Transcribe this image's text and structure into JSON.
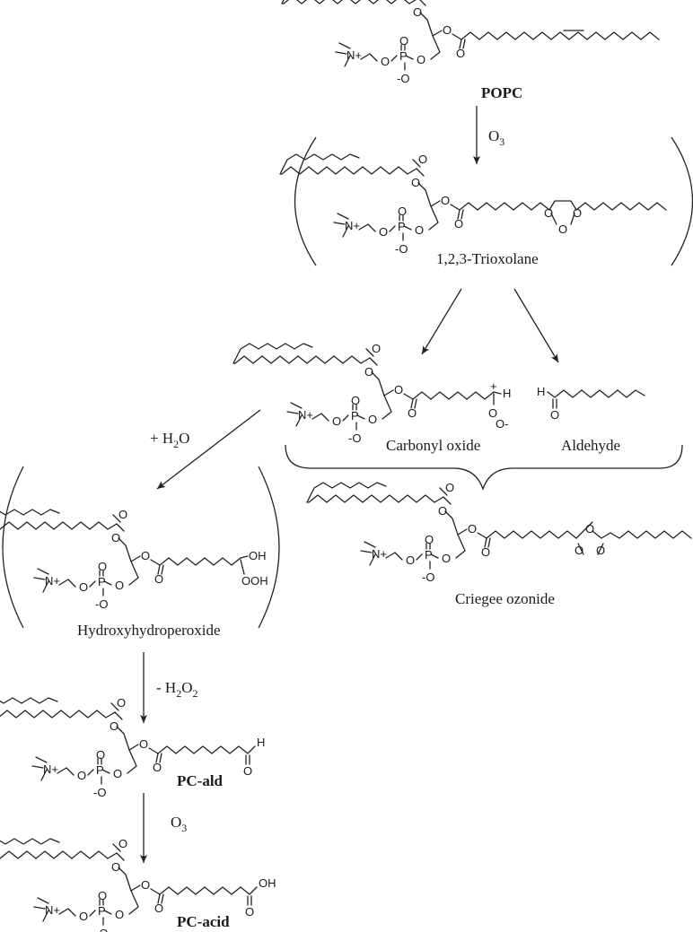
{
  "compounds": {
    "popc": {
      "name": "POPC"
    },
    "trioxolane": {
      "name": "1,2,3-Trioxolane"
    },
    "carbonyl_oxide": {
      "name": "Carbonyl oxide"
    },
    "aldehyde": {
      "name": "Aldehyde"
    },
    "criegee": {
      "name": "Criegee ozonide"
    },
    "hydroxy": {
      "name": "Hydroxyhydroperoxide"
    },
    "pc_ald": {
      "name": "PC-ald"
    },
    "pc_acid": {
      "name": "PC-acid"
    }
  },
  "reagents": {
    "ozone_1": {
      "pre": "O",
      "sub": "3"
    },
    "water": {
      "pre": "+ H",
      "sub": "2",
      "post": "O"
    },
    "h2o2": {
      "pre": "- H",
      "sub1": "2",
      "mid": "O",
      "sub2": "2"
    },
    "ozone_2": {
      "pre": "O",
      "sub": "3"
    }
  },
  "atoms": {
    "n_plus": "N+",
    "o": "O",
    "p": "P",
    "o_minus": "-O",
    "h": "H",
    "oh": "OH",
    "ooh": "OOH",
    "o_minus_r": "O-",
    "plus": "+"
  }
}
